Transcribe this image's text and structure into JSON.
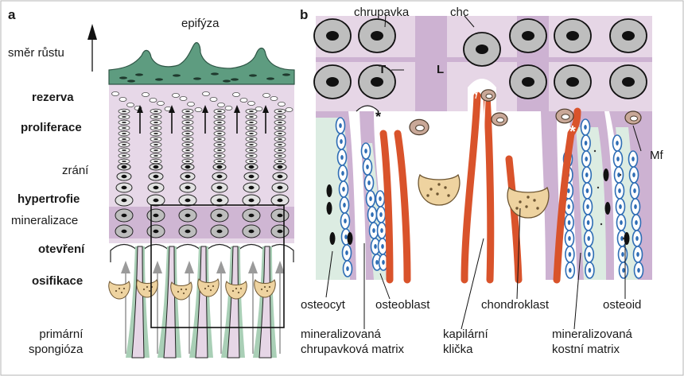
{
  "panel_a": {
    "letter": "a",
    "top_label": "epifýza",
    "arrow_label": "směr růstu",
    "zones": [
      {
        "label": "rezerva",
        "bold": true
      },
      {
        "label": "proliferace",
        "bold": true
      },
      {
        "label": "zrání",
        "bold": false
      },
      {
        "label": "hypertrofie",
        "bold": true
      },
      {
        "label": "mineralizace",
        "bold": false
      },
      {
        "label": "otevření",
        "bold": true
      },
      {
        "label": "osifikace",
        "bold": true
      }
    ],
    "bottom_label": "primární\nspongióza"
  },
  "panel_b": {
    "letter": "b",
    "top_labels": {
      "cartilage": "chrupavka",
      "chondrocyte": "chc",
      "transverse_septum": "T",
      "longitudinal_septum": "L",
      "macrophage": "Mf"
    },
    "bottom_labels": {
      "osteocyte": "osteocyt",
      "osteoblast": "osteoblast",
      "chondroclast": "chondroklast",
      "osteoid": "osteoid",
      "mineralized_cartilage_matrix": "mineralizovaná\nchrupavková matrix",
      "capillary_loop": "kapilární\nklička",
      "mineralized_bone_matrix": "mineralizovaná\nkostní matrix"
    },
    "markers": {
      "asterisk": "*"
    }
  },
  "colors": {
    "cartilage_purple": "#e6d6e6",
    "septum_purple": "#cdb2d2",
    "epiphysis_green": "#5e9c80",
    "bone_green": "#dcece2",
    "capillary_red": "#d9532b",
    "chondroclast_tan": "#eed3a0",
    "macrophage_brown": "#c9a898",
    "osteoblast_blue": "#2e6db5"
  }
}
